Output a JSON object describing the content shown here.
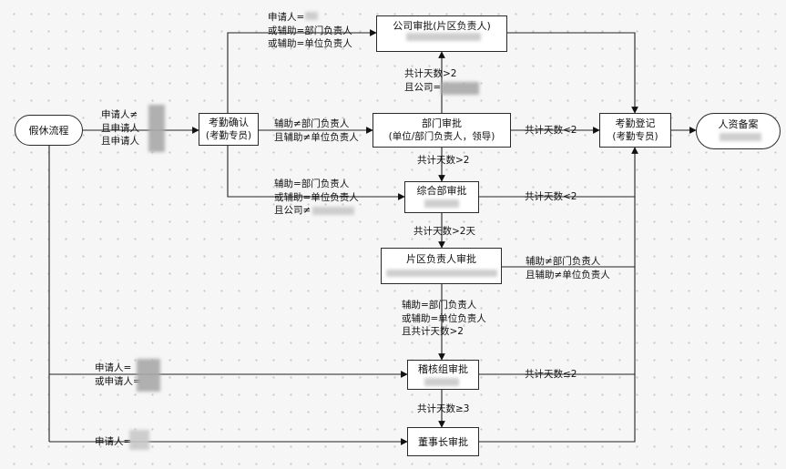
{
  "nodes": {
    "start": "假休流程",
    "confirm": {
      "title": "考勤确认",
      "sub": "(考勤专员)"
    },
    "company": "公司审批(片区负责人)",
    "dept": {
      "title": "部门审批",
      "sub": "(单位/部门负责人，领导)"
    },
    "general": "综合部审批",
    "region": "片区负责人审批",
    "audit": "稽核组审批",
    "chairman": "董事长审批",
    "register": {
      "title": "考勤登记",
      "sub": "(考勤专员)"
    },
    "archive": "人资备案"
  },
  "labels": {
    "start_out": [
      "申请人≠",
      "且申请人",
      "且申请人"
    ],
    "to_company": [
      "申请人=",
      "或辅助=部门负责人",
      "或辅助=单位负责人"
    ],
    "company_dept": [
      "共计天数>2",
      "且公司="
    ],
    "to_dept": [
      "辅助≠部门负责人",
      "且辅助≠单位负责人"
    ],
    "dept_register": "共计天数<2",
    "dept_general": "共计天数>2",
    "to_general": [
      "辅助=部门负责人",
      "或辅助=单位负责人",
      "且公司≠"
    ],
    "general_register": "共计天数<2",
    "general_region": "共计天数>2天",
    "region_register": [
      "辅助≠部门负责人",
      "且辅助≠单位负责人"
    ],
    "region_audit": [
      "辅助=部门负责人",
      "或辅助=单位负责人",
      "且共计天数>2"
    ],
    "to_audit": [
      "申请人=",
      "或申请人="
    ],
    "audit_register": "共计天数≤2",
    "audit_chairman": "共计天数≥3",
    "to_chairman": "申请人="
  }
}
